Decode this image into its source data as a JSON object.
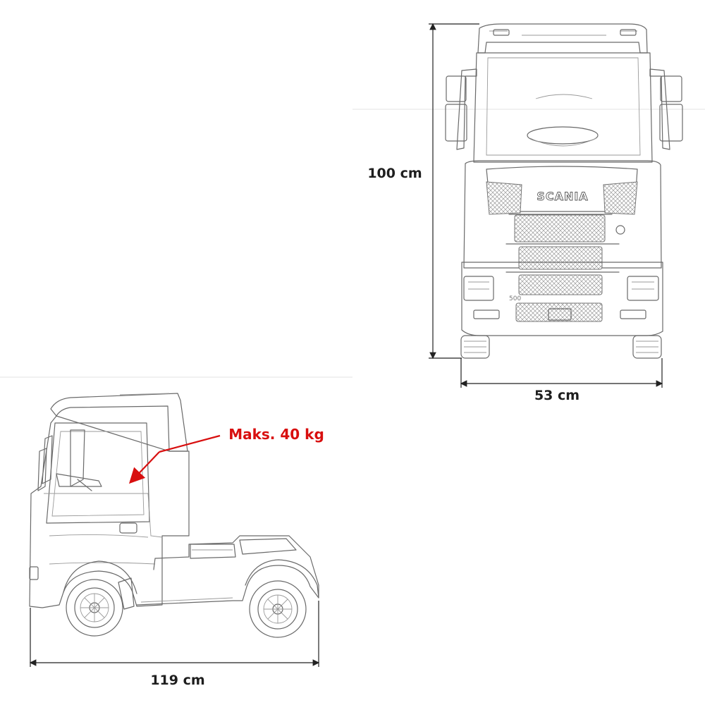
{
  "front_view": {
    "height_label": "100 cm",
    "width_label": "53 cm",
    "brand_text": "SCANIA"
  },
  "side_view": {
    "length_label": "119 cm",
    "load_label": "Maks. 40 kg",
    "annotation_color": "#d80f0f"
  }
}
